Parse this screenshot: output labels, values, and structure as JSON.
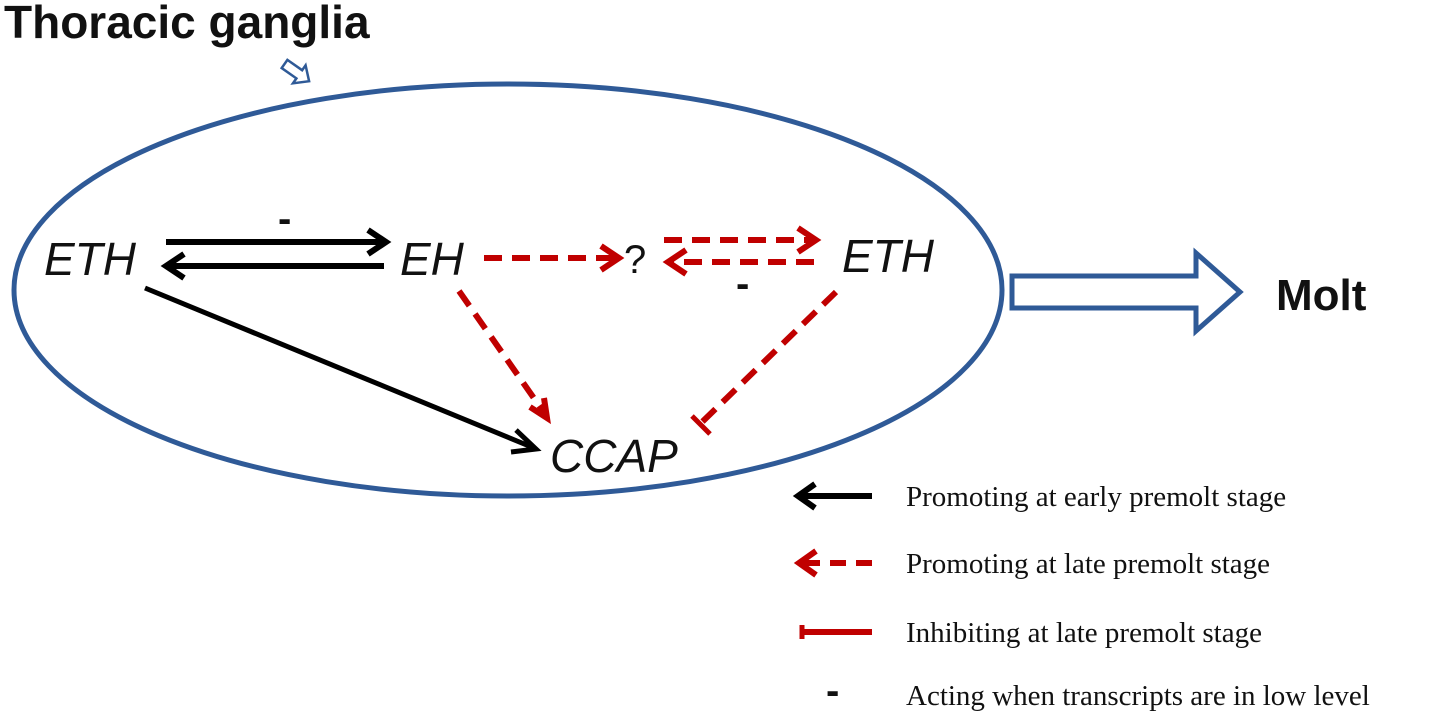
{
  "title": "Thoracic ganglia",
  "nodes": {
    "eth_left": "ETH",
    "eh": "EH",
    "unknown": "?",
    "eth_right": "ETH",
    "ccap": "CCAP"
  },
  "minus_sign": "-",
  "outcome": "Molt",
  "legend": [
    {
      "label": "Promoting at early premolt stage",
      "style": "solid-black-arrow"
    },
    {
      "label": "Promoting at late premolt stage",
      "style": "dashed-red-arrow"
    },
    {
      "label": "Inhibiting at late premolt stage",
      "style": "red-inhibition-bar"
    },
    {
      "label": "Acting when transcripts are in low level",
      "style": "minus-sign"
    }
  ],
  "colors": {
    "ganglia_outline": "#2f5a97",
    "promote_early": "#000000",
    "promote_late": "#c00000",
    "inhibit_late": "#c00000",
    "text": "#111111"
  }
}
